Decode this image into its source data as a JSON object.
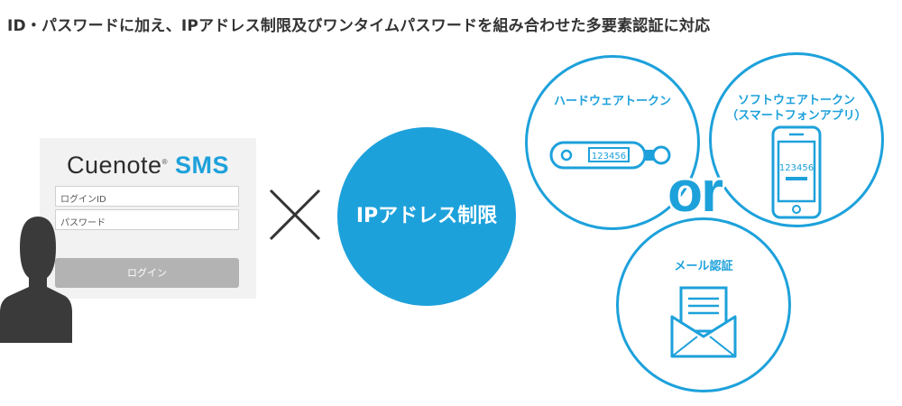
{
  "headline": "ID・パスワードに加え、IPアドレス制限及びワンタイムパスワードを組み合わせた多要素認証に対応",
  "login_panel": {
    "logo_text": "Cuenote",
    "logo_reg": "®",
    "logo_sms": "SMS",
    "login_id_placeholder": "ログインID",
    "password_placeholder": "パスワード",
    "login_button": "ログイン"
  },
  "ip_restriction": "IPアドレス制限",
  "options": {
    "hardware_token": "ハードウェアトークン",
    "hardware_code": "123456",
    "software_token_line1": "ソフトウェアトークン",
    "software_token_line2": "（スマートフォンアプリ）",
    "software_code": "123456",
    "mail_auth": "メール認証"
  },
  "or_text": "or",
  "colors": {
    "accent": "#1da1db",
    "headline": "#333333",
    "panel": "#f2f2f2",
    "button": "#b3b3b3",
    "silhouette": "#3a3a3a"
  },
  "icons": [
    "user-silhouette-icon",
    "times-icon",
    "hardware-token-icon",
    "smartphone-icon",
    "envelope-icon"
  ]
}
